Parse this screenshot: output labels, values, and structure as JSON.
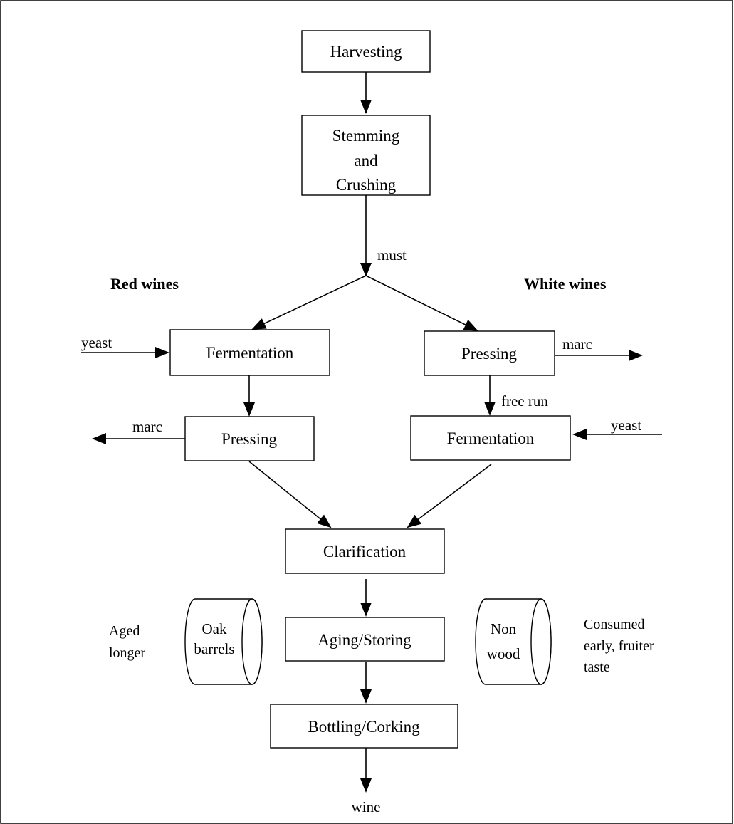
{
  "nodes": {
    "harvesting": "Harvesting",
    "stemming": [
      "Stemming",
      "and",
      "Crushing"
    ],
    "red_fermentation": "Fermentation",
    "red_pressing": "Pressing",
    "white_pressing": "Pressing",
    "white_fermentation": "Fermentation",
    "clarification": "Clarification",
    "aging": "Aging/Storing",
    "bottling": "Bottling/Corking"
  },
  "labels": {
    "must": "must",
    "red_heading": "Red wines",
    "white_heading": "White wines",
    "red_yeast": "yeast",
    "white_yeast": "yeast",
    "red_marc": "marc",
    "white_marc": "marc",
    "free_run": "free run",
    "wine": "wine"
  },
  "barrels": {
    "oak": [
      "Oak",
      "barrels"
    ],
    "nonwood": [
      "Non",
      "wood"
    ]
  },
  "notes": {
    "aged": [
      "Aged",
      "longer"
    ],
    "consumed": [
      "Consumed",
      "early, fruiter",
      "taste"
    ]
  }
}
